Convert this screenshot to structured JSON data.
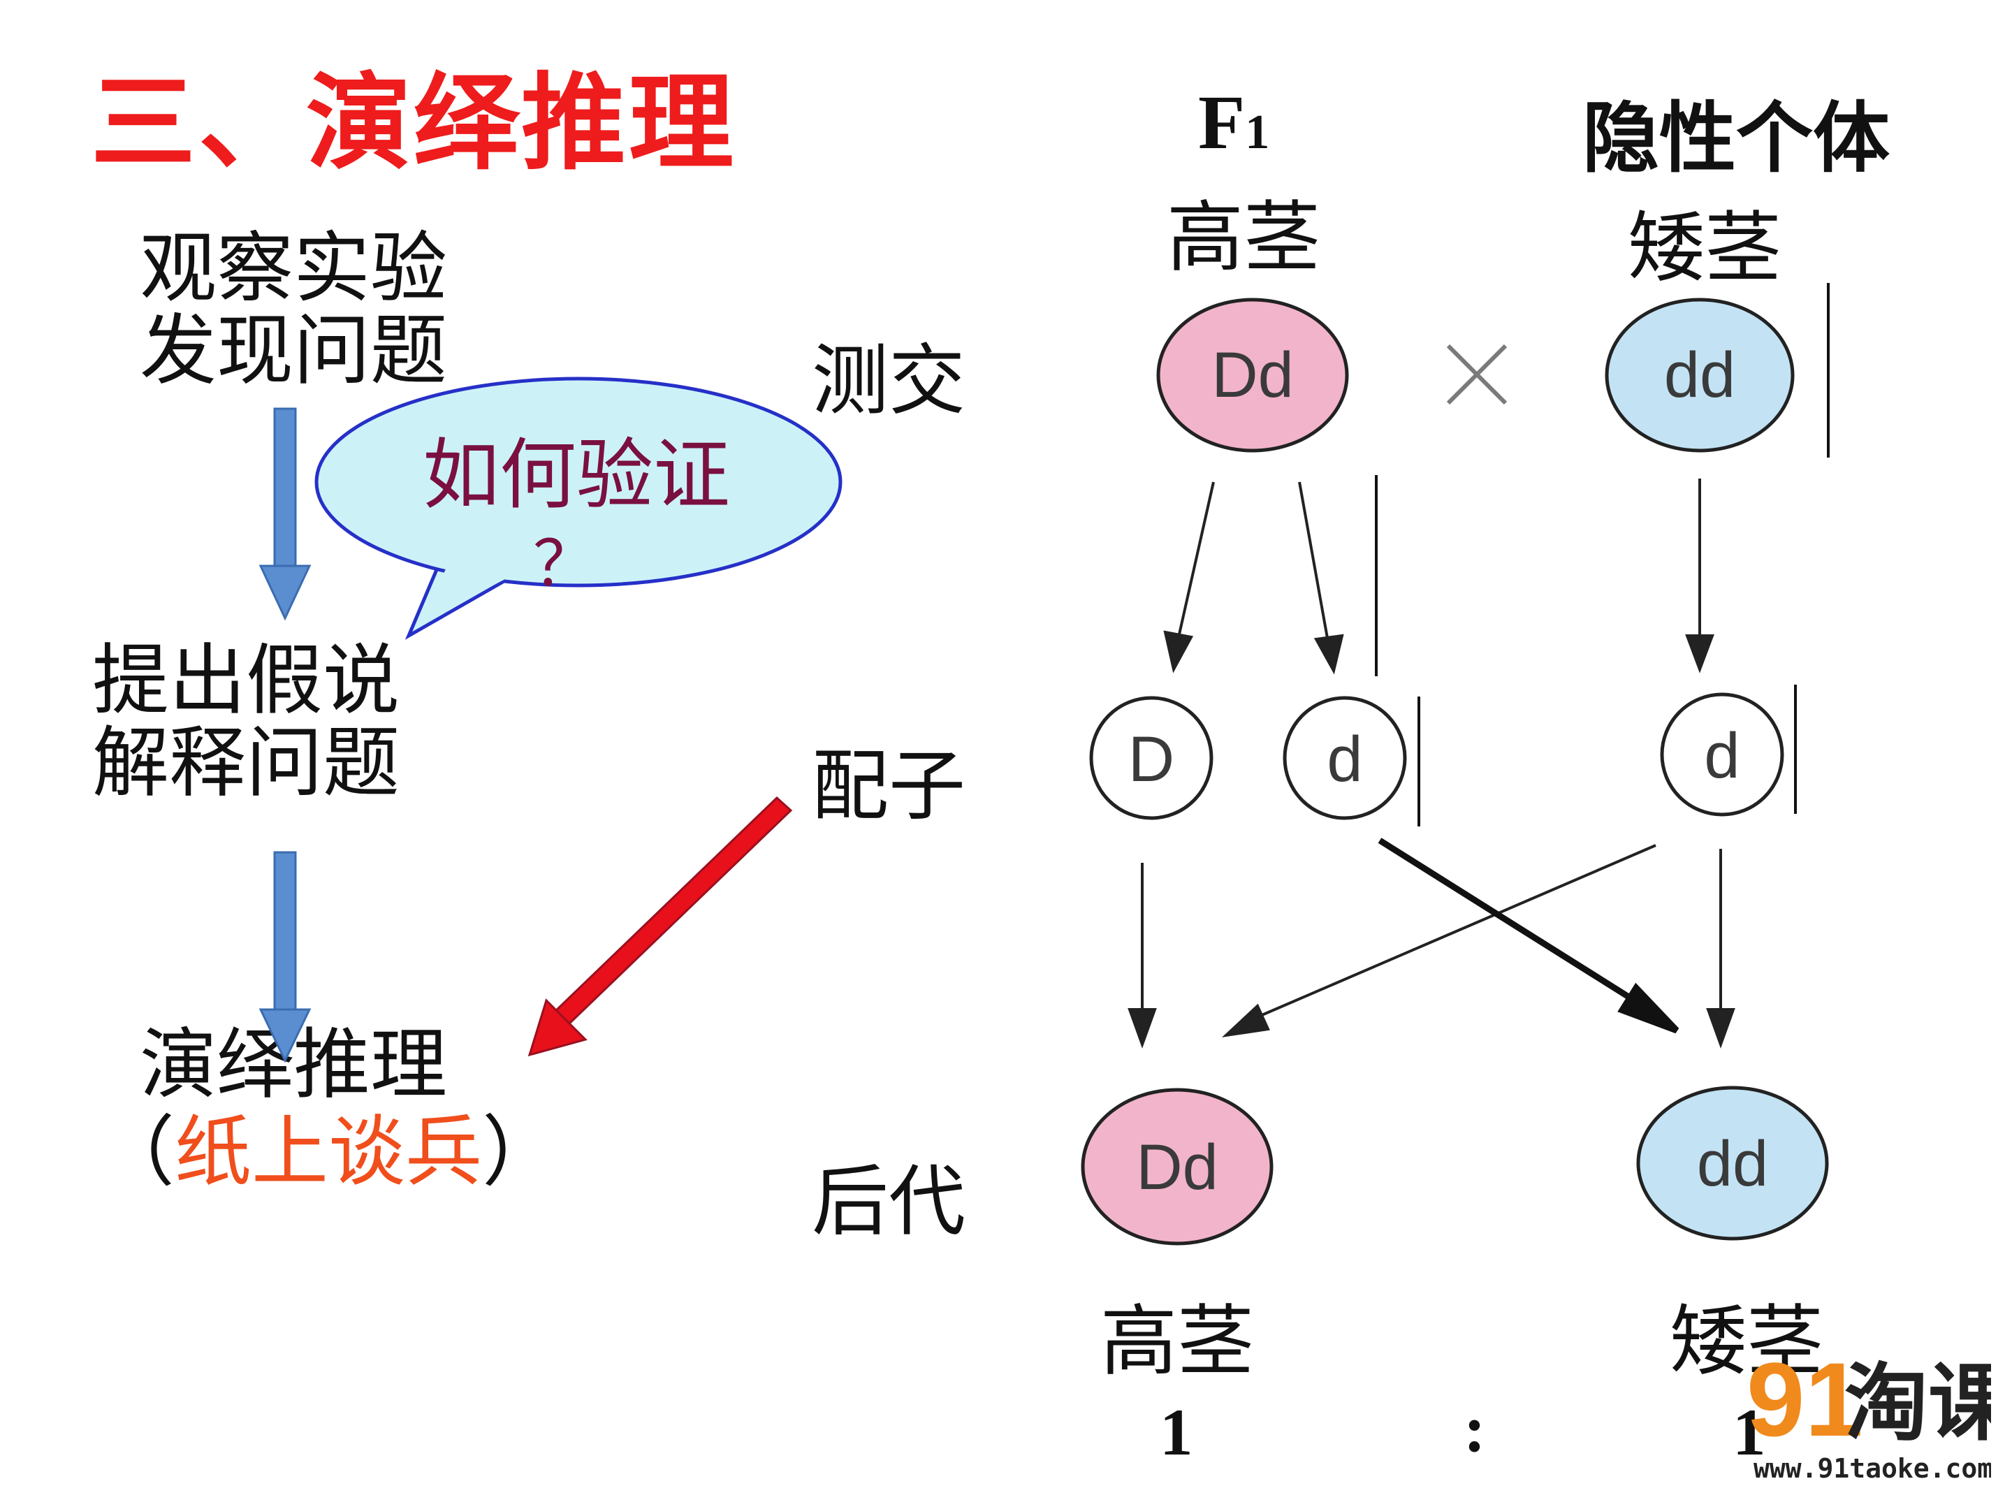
{
  "title": "三、演绎推理",
  "flow": {
    "step1": [
      "观察实验",
      "发现问题"
    ],
    "step2": [
      "提出假说",
      "解释问题"
    ],
    "step3_line1": "演绎推理",
    "step3_open": "（",
    "step3_highlight": "纸上谈兵",
    "step3_close": "）",
    "bubble_text": "如何验证",
    "bubble_mark": "？"
  },
  "rows": {
    "testcross": "测交",
    "gametes": "配子",
    "offspring": "后代"
  },
  "parents": {
    "left_head": "F",
    "left_sub": "1",
    "left_phenotype": "高茎",
    "right_head": "隐性个体",
    "right_phenotype": "矮茎",
    "cross_symbol": "×",
    "left_genotype": "Dd",
    "right_genotype": "dd"
  },
  "gametes": {
    "g1": "D",
    "g2": "d",
    "g3": "d"
  },
  "offspring": {
    "left_genotype": "Dd",
    "right_genotype": "dd",
    "left_phenotype": "高茎",
    "right_phenotype": "矮茎"
  },
  "ratio": {
    "left": "1",
    "sep": ":",
    "right": "1"
  },
  "logo": {
    "mark": "91",
    "name": "淘课",
    "url": "www.91taoke.com"
  },
  "colors": {
    "title": "#ee1c1c",
    "highlight": "#f04e1c",
    "bubble_fill": "#ccf2f8",
    "bubble_stroke": "#2630c8",
    "bubble_text": "#7a1040",
    "flow_arrow": "#5b8ed0",
    "pink": "#f2b4cb",
    "blue": "#c3e3f5",
    "red_arrow": "#e8101a"
  }
}
